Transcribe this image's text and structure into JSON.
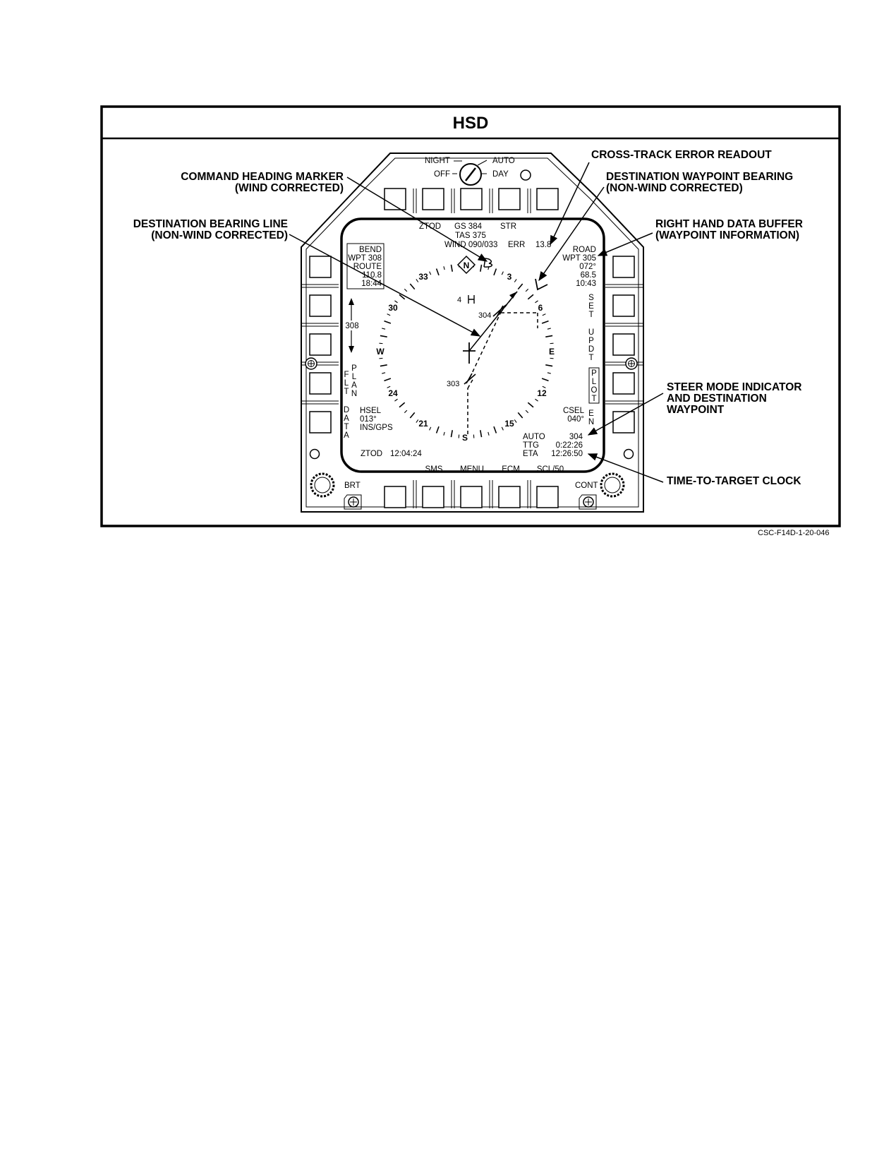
{
  "figure": {
    "title": "HSD",
    "figure_id": "CSC-F14D-1-20-046"
  },
  "callouts": {
    "command_heading_marker": [
      "COMMAND HEADING MARKER",
      "(WIND CORRECTED)"
    ],
    "destination_bearing_line": [
      "DESTINATION BEARING LINE",
      "(NON-WIND CORRECTED)"
    ],
    "cross_track_error": [
      "CROSS-TRACK ERROR READOUT"
    ],
    "dest_waypoint_bearing": [
      "DESTINATION WAYPOINT BEARING",
      "(NON-WIND CORRECTED)"
    ],
    "right_data_buffer": [
      "RIGHT HAND DATA BUFFER",
      "(WAYPOINT INFORMATION)"
    ],
    "steer_mode": [
      "STEER MODE INDICATOR",
      "AND DESTINATION",
      "WAYPOINT"
    ],
    "ttt_clock": [
      "TIME-TO-TARGET CLOCK"
    ]
  },
  "bezel": {
    "night": "NIGHT",
    "off": "OFF",
    "auto": "AUTO",
    "day": "DAY",
    "brt": "BRT",
    "cont": "CONT"
  },
  "display": {
    "top_options": {
      "ztod": "ZTOD",
      "str": "STR"
    },
    "top_readouts": {
      "gs": "GS 384",
      "tas": "TAS 375",
      "wind": "WIND 090/033",
      "err_label": "ERR",
      "err_value": "13.8"
    },
    "left_buffer": [
      "BEND",
      "WPT 308",
      "ROUTE",
      "110.8",
      "18:44"
    ],
    "right_buffer": [
      "ROAD",
      "WPT 305",
      "072°",
      "68.5",
      "10:43"
    ],
    "left_range": "308",
    "left_options": {
      "flt": "FLT",
      "plan": "PLAN",
      "data": "DATA"
    },
    "right_options": {
      "set": "SET",
      "updt": "UPDT",
      "plot": "PLOT",
      "en": "EN"
    },
    "hsel": [
      "HSEL",
      "013°",
      "INS/GPS"
    ],
    "csel": [
      "CSEL",
      "040°"
    ],
    "steer": {
      "mode": "AUTO",
      "waypoint": "304",
      "ttg_label": "TTG",
      "ttg_value": "0:22:26",
      "eta_label": "ETA",
      "eta_value": "12:26:50"
    },
    "ztod": {
      "label": "ZTOD",
      "value": "12:04:24"
    },
    "bottom_options": {
      "sms": "SMS",
      "menu": "MENU",
      "ecm": "ECM",
      "scl": "SCL/50"
    },
    "compass": {
      "north": "N",
      "cardinals": {
        "s": "S",
        "w": "W",
        "e": "E"
      },
      "numbers": {
        "n3": "3",
        "n6": "6",
        "n12": "12",
        "n15": "15",
        "n21": "21",
        "n24": "24",
        "n30": "30",
        "n33": "33"
      }
    },
    "waypoints": {
      "w304": "304",
      "w303": "303",
      "w4": "4"
    }
  }
}
